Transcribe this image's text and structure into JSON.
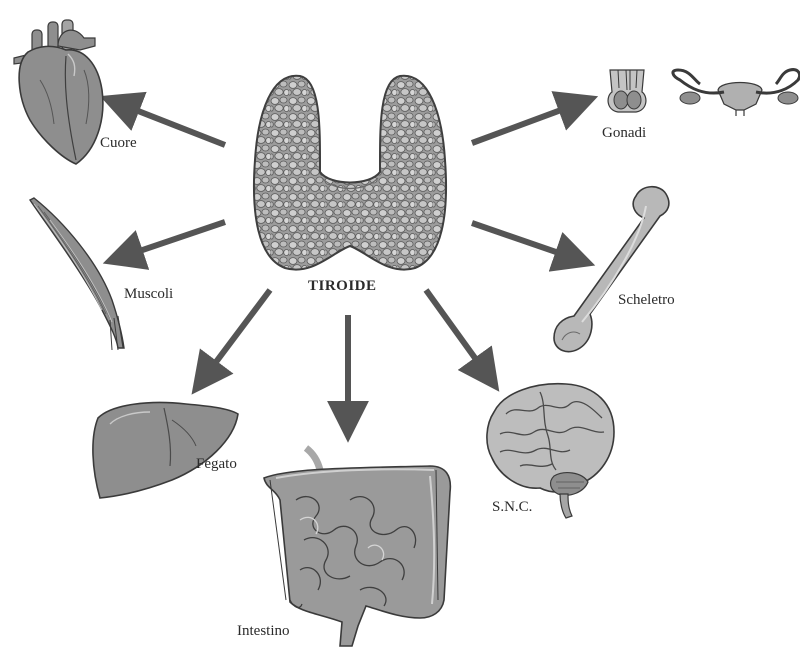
{
  "center": {
    "label": "TIROIDE"
  },
  "organs": [
    {
      "key": "heart",
      "label": "Cuore"
    },
    {
      "key": "muscle",
      "label": "Muscoli"
    },
    {
      "key": "liver",
      "label": "Fegato"
    },
    {
      "key": "intestine",
      "label": "Intestino"
    },
    {
      "key": "brain",
      "label": "S.N.C."
    },
    {
      "key": "bone",
      "label": "Scheletro"
    },
    {
      "key": "gonads",
      "label": "Gonadi"
    }
  ],
  "colors": {
    "arrow": "#555555",
    "organ_fill": "#8e8e8e",
    "organ_dark": "#5e5e5e",
    "organ_light": "#c9c9c9",
    "outline": "#3a3a3a",
    "text": "#2b2b2b"
  }
}
